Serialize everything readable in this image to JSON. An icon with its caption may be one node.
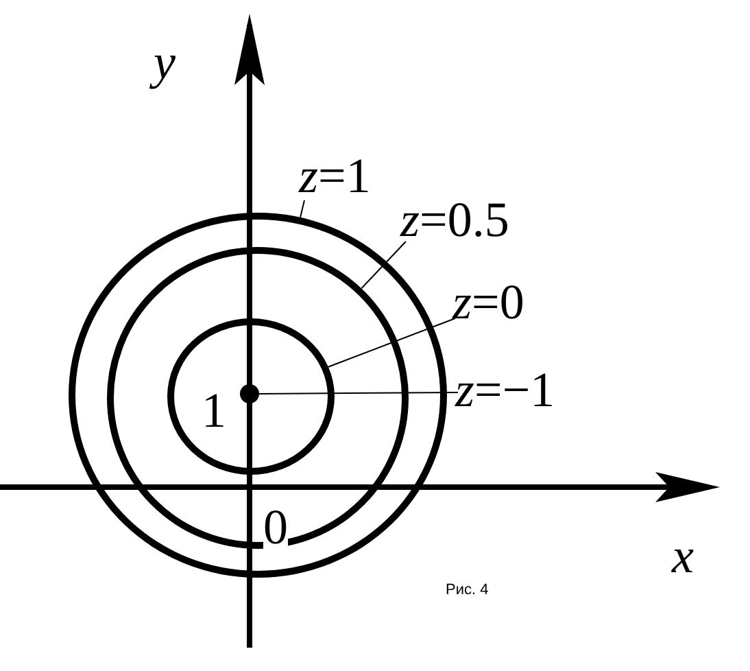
{
  "diagram": {
    "caption": "Рис. 4",
    "nodes": [
      {
        "text": [
          "*z*=1"
        ]
      },
      {
        "text": [
          "*z*=0.5"
        ]
      },
      {
        "text": [
          "*z*=0"
        ]
      },
      {
        "text": [
          "*z*=−1"
        ]
      },
      {
        "text": [],
        "shape": "circle"
      },
      {
        "text": [],
        "shape": "circle",
        "in": 4
      },
      {
        "text": [],
        "shape": "circle",
        "in": 5
      },
      {
        "text": [],
        "shape": "circle",
        "in": 6
      }
    ],
    "edges": [
      {
        "from": 0,
        "to": 4,
        "arrow": "none"
      },
      {
        "from": 1,
        "to": 5,
        "arrow": "none"
      },
      {
        "from": 2,
        "to": 6,
        "arrow": "none"
      },
      {
        "from": 3,
        "to": 7,
        "arrow": "none"
      }
    ],
    "labels": [
      "y",
      "1",
      "0",
      "x"
    ]
  }
}
